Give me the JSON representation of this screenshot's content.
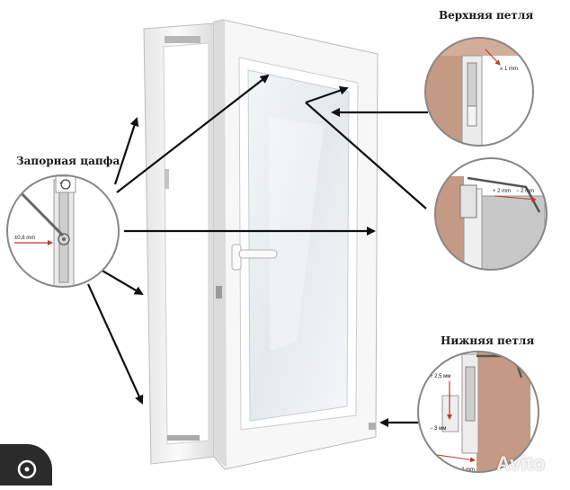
{
  "labels": {
    "top_hinge": "Верхняя петля",
    "locking_pin": "Запорная цапфа",
    "bottom_hinge": "Нижняя петля"
  },
  "dimensions": {
    "pin_offset": "±0,8 mm",
    "top_hinge_gap": "≥ 1 mm",
    "mid_hinge_left": "+ 2 mm",
    "mid_hinge_right": "− 2 mm",
    "bottom_hinge_vertical_plus": "+ 2,5 мм",
    "bottom_hinge_vertical_minus": "− 3 мм",
    "bottom_hinge_left": "+ 2 mm",
    "bottom_hinge_right": "− 2 mm"
  },
  "watermark": "Avito",
  "icons": [
    "hex-key-icon",
    "rotate-arrows-icon",
    "arrow-icon",
    "google-lens-badge-icon"
  ],
  "colors": {
    "frame": "#f4f4f4",
    "frame_shadow": "#c9c9c9",
    "glass": "#eaf0f2",
    "wood": "#c49a84",
    "arrow": "#111111"
  }
}
